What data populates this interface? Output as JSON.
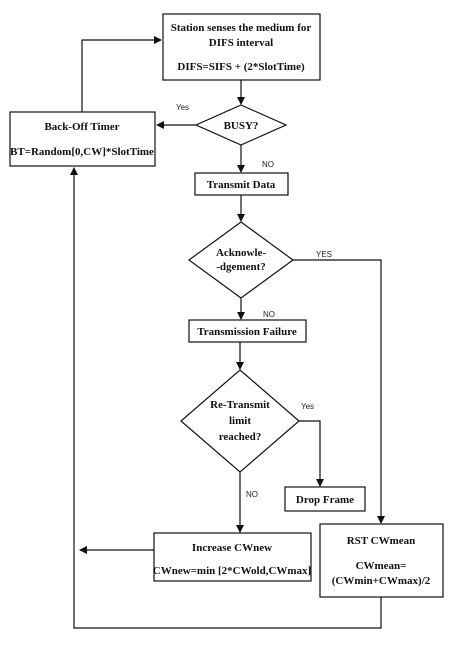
{
  "diagram": {
    "nodes": {
      "station": {
        "line1": "Station senses the medium for",
        "line2": "DIFS interval",
        "line3": "DIFS=SIFS + (2*SlotTime)"
      },
      "backoff": {
        "line1": "Back-Off Timer",
        "line2": "BT=Random[0,CW]*SlotTime"
      },
      "busy": {
        "line1": "BUSY?"
      },
      "transmit": {
        "line1": "Transmit Data"
      },
      "ack": {
        "line1": "Acknowle-",
        "line2": "-dgement?"
      },
      "failure": {
        "line1": "Transmission Failure"
      },
      "retransmit": {
        "line1": "Re-Transmit",
        "line2": "limit",
        "line3": "reached?"
      },
      "drop": {
        "line1": "Drop Frame"
      },
      "increase": {
        "line1": "Increase CWnew",
        "line2": "CWnew=min [2*CWold,CWmax]"
      },
      "rst": {
        "line1": "RST CWmean",
        "line2": "CWmean=",
        "line3": "(CWmin+CWmax)/2"
      }
    },
    "edge_labels": {
      "busy_yes": "Yes",
      "busy_no": "NO",
      "ack_yes": "YES",
      "ack_no": "NO",
      "retx_yes": "Yes",
      "retx_no": "NO"
    }
  }
}
